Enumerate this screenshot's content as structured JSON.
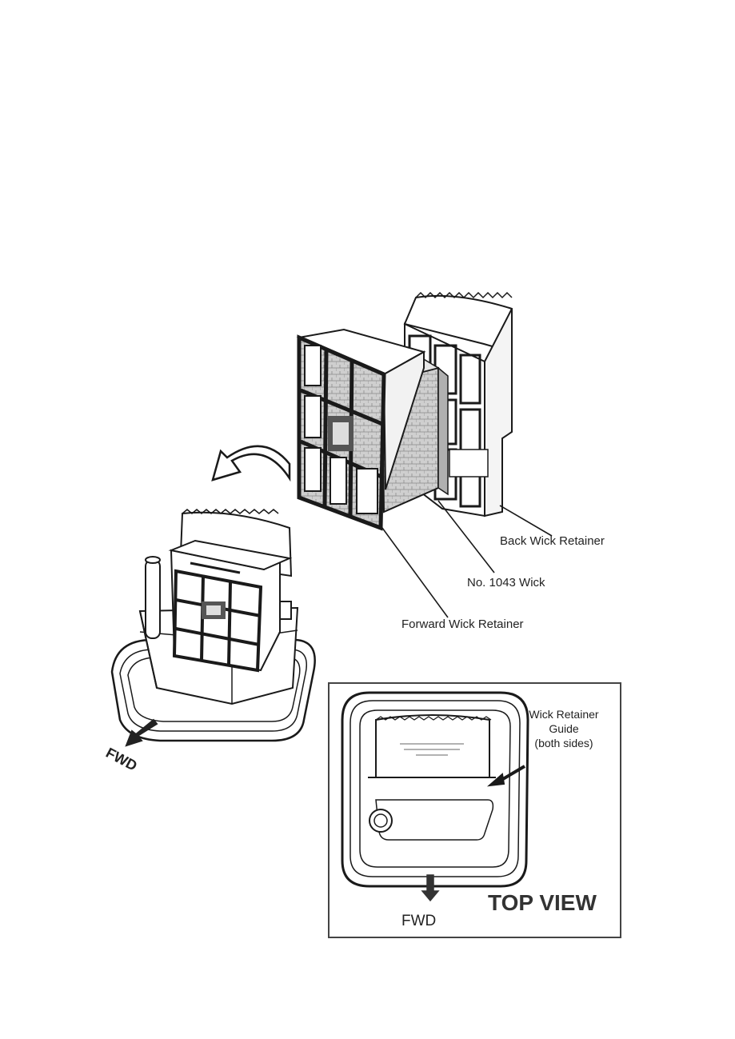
{
  "labels": {
    "back_wick_retainer": "Back Wick Retainer",
    "wick": "No. 1043 Wick",
    "forward_wick_retainer": "Forward Wick Retainer",
    "fwd_main": "FWD",
    "guide_line1": "Wick Retainer",
    "guide_line2": "Guide",
    "guide_line3": "(both sides)",
    "fwd_top": "FWD",
    "top_view_title": "TOP VIEW"
  },
  "colors": {
    "ink": "#1a1a1a",
    "frame_grey": "#9a9a9a",
    "wick_grey": "#bdbdbd",
    "panel_white": "#ffffff"
  },
  "icons": [
    "curved-arrow-icon",
    "fwd-arrow-icon"
  ]
}
